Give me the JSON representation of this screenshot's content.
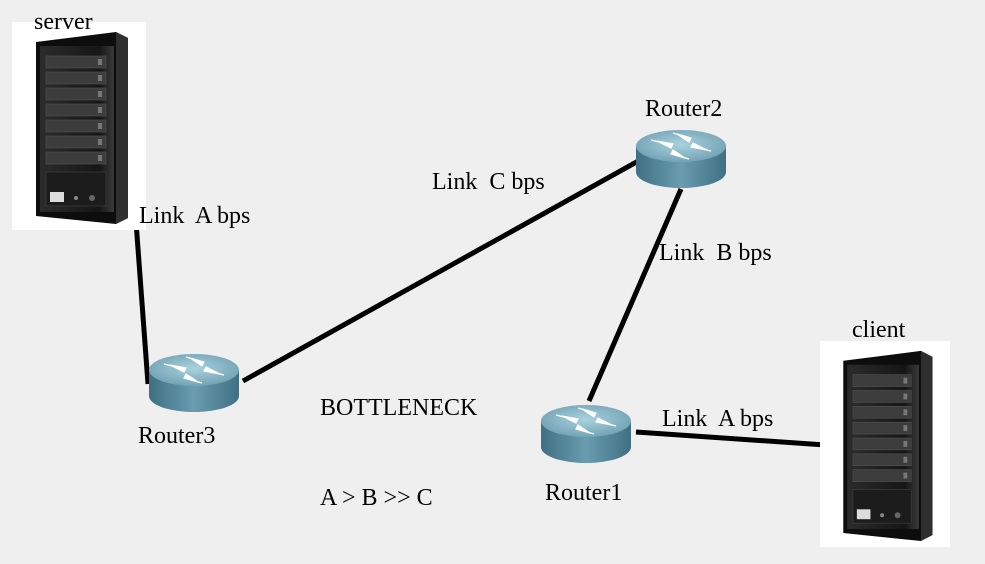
{
  "nodes": {
    "server": {
      "label": "server",
      "kind": "tower-server"
    },
    "client": {
      "label": "client",
      "kind": "tower-server"
    },
    "router1": {
      "label": "Router1",
      "kind": "router"
    },
    "router2": {
      "label": "Router2",
      "kind": "router"
    },
    "router3": {
      "label": "Router3",
      "kind": "router"
    }
  },
  "links": {
    "server_router3": {
      "label": "Link  A bps"
    },
    "router3_router2": {
      "label": "Link  C bps"
    },
    "router2_router1": {
      "label": "Link  B bps"
    },
    "router1_client": {
      "label": "Link  A bps"
    }
  },
  "note": {
    "line1": "BOTTLENECK",
    "line2": "A > B >> C"
  },
  "colors": {
    "background": "#efefef",
    "link": "#000000",
    "router_body": "#5b8fa3",
    "router_top": "#8ab8c8",
    "server_case": "#1a1a1a"
  }
}
